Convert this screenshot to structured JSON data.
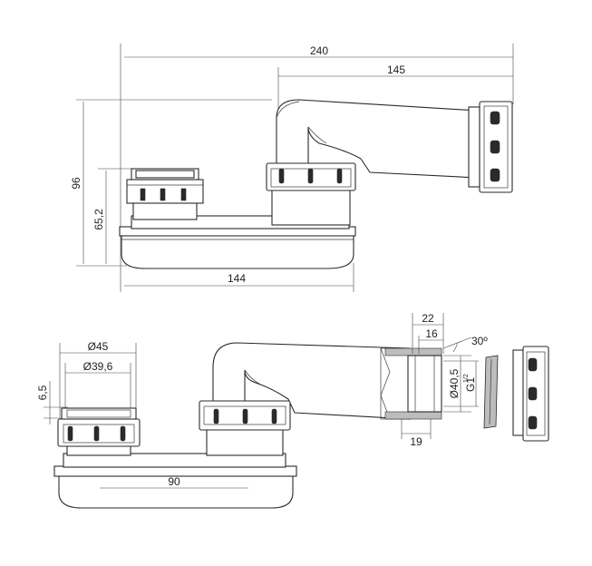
{
  "top_view": {
    "dims": {
      "overall_length": "240",
      "outlet_offset": "145",
      "height": "96",
      "inlet_height": "65,2",
      "trap_length": "144"
    }
  },
  "bottom_view": {
    "dims": {
      "inlet_outer_dia": "Ø45",
      "inlet_inner_dia": "Ø39,6",
      "flange_thickness": "6,5",
      "trap_spacing": "90",
      "outlet_length": "22",
      "outlet_thread_length": "16",
      "chamfer_angle": "30º",
      "outlet_dia": "Ø40,5",
      "thread_spec": "G1",
      "thread_spec_sup": "1/2",
      "nut_width": "19"
    }
  },
  "colors": {
    "line": "#2a2a2a",
    "background": "#ffffff"
  }
}
